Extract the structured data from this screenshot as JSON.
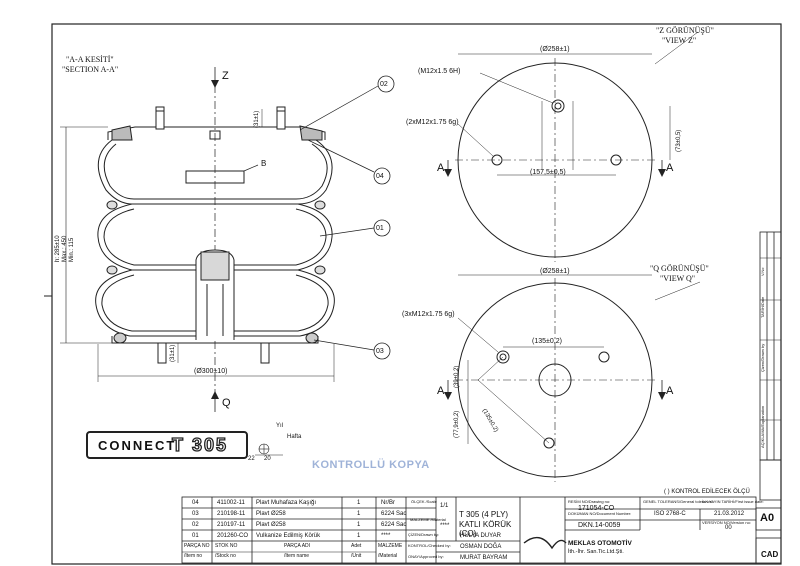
{
  "section_aa": {
    "title_tr": "\"A-A KESİTİ\"",
    "title_en": "\"SECTION A-A\""
  },
  "view_z": {
    "title_tr": "\"Z GÖRÜNÜŞÜ\"",
    "title_en": "\"VIEW Z\""
  },
  "view_q": {
    "title_tr": "\"Q GÖRÜNÜŞÜ\"",
    "title_en": "\"VIEW Q\""
  },
  "axis": {
    "z": "Z",
    "q": "Q",
    "a": "A",
    "b": "B"
  },
  "balloons": [
    "02",
    "04",
    "01",
    "03"
  ],
  "dims": {
    "top_dia": "(Ø258±1)",
    "bottom_dia": "(Ø300±10)",
    "height_main": "h: 285±10",
    "height_max": "Max.: 450",
    "height_min": "Min.: 115",
    "stud_top": "(31±1)",
    "stud_bottom": "(31±1)",
    "z_top_dia": "(Ø258±1)",
    "z_thread_center": "(M12x1.5 6H)",
    "z_thread_side": "(2xM12x1.75 6g)",
    "z_span": "(157,5±0,5)",
    "z_offset": "(73±0,5)",
    "q_top_dia": "(Ø258±1)",
    "q_thread": "(3xM12x1.75 6g)",
    "q_span": "(135±0,2)",
    "q_offset1": "(39±0,2)",
    "q_offset2": "(77,9±0,2)",
    "q_diag": "(135±0,2)"
  },
  "logo": {
    "brand": "CONNECT",
    "model": "T 305",
    "mark_label": "Yıl",
    "mark_label2": "Hafta",
    "mark_n1": "22",
    "mark_n2": "20"
  },
  "stamp": "KONTROLLÜ KOPYA",
  "control_note": "( ) KONTROL EDİLECEK ÖLÇÜ",
  "bom": {
    "rows": [
      {
        "no": "04",
        "stock": "411002-11",
        "name": "Plavt Muhafaza Kaşığı",
        "qty": "1",
        "material": "Nr/Br"
      },
      {
        "no": "03",
        "stock": "210198-11",
        "name": "Plavt Ø258",
        "qty": "1",
        "material": "6224 Sac"
      },
      {
        "no": "02",
        "stock": "210197-11",
        "name": "Plavt Ø258",
        "qty": "1",
        "material": "6224 Sac"
      },
      {
        "no": "01",
        "stock": "201260-CO",
        "name": "Vulkanize Edilmiş Körük",
        "qty": "1",
        "material": "****"
      }
    ],
    "header": {
      "no": "PARÇA NO",
      "no_en": "/Item no",
      "stock": "STOK NO",
      "stock_en": "/Stock no",
      "name": "PARÇA ADI",
      "name_en": "/Item name",
      "qty": "Adet",
      "qty_en": "/Unit",
      "material": "MALZEME",
      "material_en": "/Material"
    }
  },
  "titleblock": {
    "scale_label": "ÖLÇEK /Scale",
    "scale": "1/1",
    "material_label": "MALZEME /Material",
    "material": "****",
    "drawn_label": "ÇİZEN/Drawn by:",
    "drawn": "HÜLYA DUYAR",
    "checked_label": "KONTROL/Checked by:",
    "checked": "OSMAN DOĞA",
    "approved_label": "ONAY/Approved by:",
    "approved": "MURAT BAYRAM",
    "title": "T 305 (4 PLY) KATLI KÖRÜK (CO)",
    "drawing_no_label": "RESİM NO/Drawing no:",
    "drawing_no": "171054-CO",
    "doc_no_label": "DOKÜMAN NO/Document Number:",
    "doc_no": "DKN.14-0059",
    "company": "MEKLAS OTOMOTİV",
    "company2": "İth.-İhr. San.Tic.Ltd.Şti.",
    "tolerance_label": "GENEL TOLERANS/General tolerance:",
    "tolerance": "ISO 2768-C",
    "date_label": "İLK YAYIN TARİHİ/First issue date:",
    "date": "21.03.2012",
    "version_label": "VERSİYON NO/Version no:",
    "version": "00",
    "size": "A0",
    "cad": "CAD"
  },
  "revision_header": [
    "V.No",
    "TARİH/Date",
    "Çizen/Drawn by",
    "AÇIKLAMA/Explanation"
  ]
}
